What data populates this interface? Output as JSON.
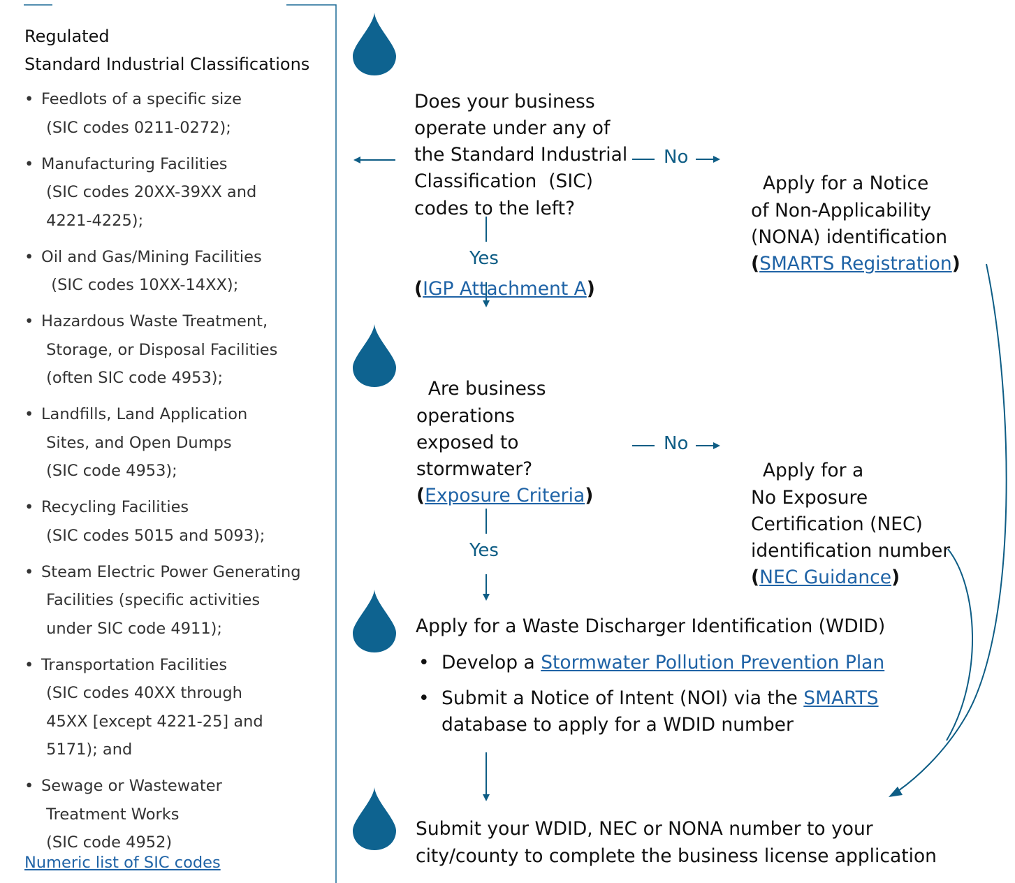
{
  "sic_panel": {
    "title_line1": "Regulated",
    "title_line2": "Standard Industrial Classifications",
    "items": [
      {
        "line1": "Feedlots of a specific size",
        "line2": " (SIC codes 0211-0272);"
      },
      {
        "line1": "Manufacturing Facilities",
        "line2": " (SIC codes 20XX-39XX and\n 4221-4225);"
      },
      {
        "line1": "Oil and Gas/Mining Facilities",
        "line2": "  (SIC codes 10XX-14XX);"
      },
      {
        "line1": "Hazardous Waste Treatment,",
        "line2": " Storage, or Disposal Facilities\n (often SIC code 4953);"
      },
      {
        "line1": "Landfills, Land Application",
        "line2": " Sites, and Open Dumps\n (SIC code 4953);"
      },
      {
        "line1": "Recycling Facilities",
        "line2": " (SIC codes 5015 and 5093);"
      },
      {
        "line1": "Steam Electric Power Generating",
        "line2": " Facilities (specific activities\n under SIC code 4911);"
      },
      {
        "line1": "Transportation Facilities",
        "line2": " (SIC codes 40XX through\n 45XX [except 4221-25] and\n 5171); and"
      },
      {
        "line1": "Sewage or Wastewater",
        "line2": " Treatment Works\n (SIC code 4952)"
      }
    ],
    "link": "Numeric list of SIC codes"
  },
  "q1": {
    "text": "Does your business\noperate under any of\nthe Standard Industrial\nClassification  (SIC)\ncodes to the left?",
    "link_open": "(",
    "link": "IGP Attachment A",
    "link_close": ")"
  },
  "q1_no": "No",
  "q1_yes": "Yes",
  "a1": {
    "text": "Apply for a Notice\nof Non-Applicability\n(NONA) identification\n",
    "link_open": "(",
    "link": "SMARTS Registration",
    "link_close": ")"
  },
  "q2": {
    "text": "Are business\noperations\nexposed to\nstormwater?\n",
    "link_open": "(",
    "link": "Exposure Criteria",
    "link_close": ")"
  },
  "q2_no": "No",
  "q2_yes": "Yes",
  "a2": {
    "text": "Apply for a\nNo Exposure\nCertification (NEC)\nidentification number\n",
    "link_open": "(",
    "link": "NEC Guidance",
    "link_close": ")"
  },
  "wdid": {
    "title": "Apply for a Waste Discharger Identification (WDID)",
    "b1_prefix": "Develop a ",
    "b1_link": "Stormwater Pollution Prevention Plan",
    "b2_prefix": "Submit a Notice of Intent (NOI) via the ",
    "b2_link": "SMARTS",
    "b2_suffix": "\ndatabase to apply for a WDID number"
  },
  "final": {
    "text": "Submit your WDID, NEC or NONA number to your\ncity/county to complete the business license application"
  },
  "colors": {
    "accent": "#0e5d85",
    "link": "#1f63a6",
    "drop": "#0e6390"
  }
}
